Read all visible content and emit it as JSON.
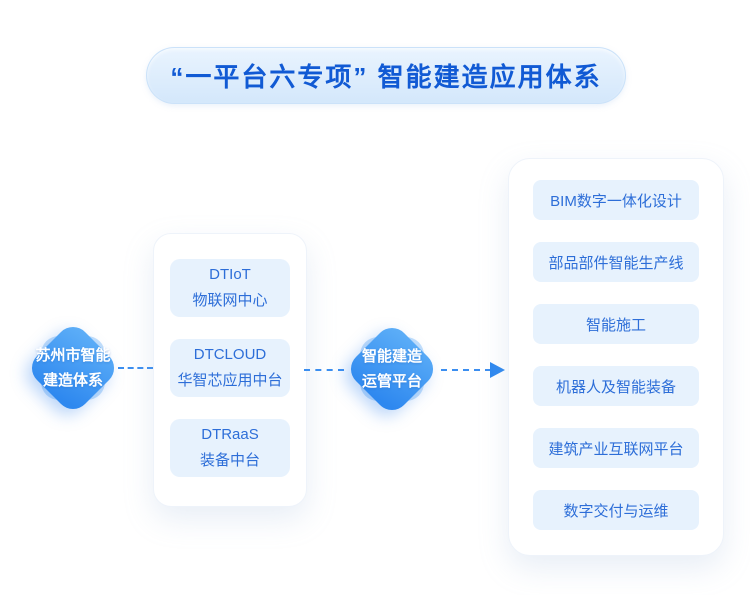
{
  "title": {
    "text": "“一平台六专项” 智能建造应用体系"
  },
  "nodes": {
    "left": {
      "line1": "苏州市智能",
      "line2": "建造体系"
    },
    "center": {
      "line1": "智能建造",
      "line2": "运管平台"
    }
  },
  "platform_card": {
    "items": [
      {
        "en": "DTIoT",
        "zh": "物联网中心"
      },
      {
        "en": "DTCLOUD",
        "zh": "华智芯应用中台"
      },
      {
        "en": "DTRaaS",
        "zh": "装备中台"
      }
    ]
  },
  "applications_card": {
    "items": [
      {
        "label": "BIM数字一体化设计"
      },
      {
        "label": "部品部件智能生产线"
      },
      {
        "label": "智能施工"
      },
      {
        "label": "机器人及智能装备"
      },
      {
        "label": "建筑产业互联网平台"
      },
      {
        "label": "数字交付与运维"
      }
    ]
  },
  "colors": {
    "accent_text": "#115ad4",
    "node_gradient_start": "#5fb0f8",
    "node_gradient_end": "#2e88ef",
    "banner_bg": "#d9eafc",
    "item_bg": "#e7f2fd",
    "item_text": "#2d6ed8",
    "connector": "#3b8ef0"
  }
}
